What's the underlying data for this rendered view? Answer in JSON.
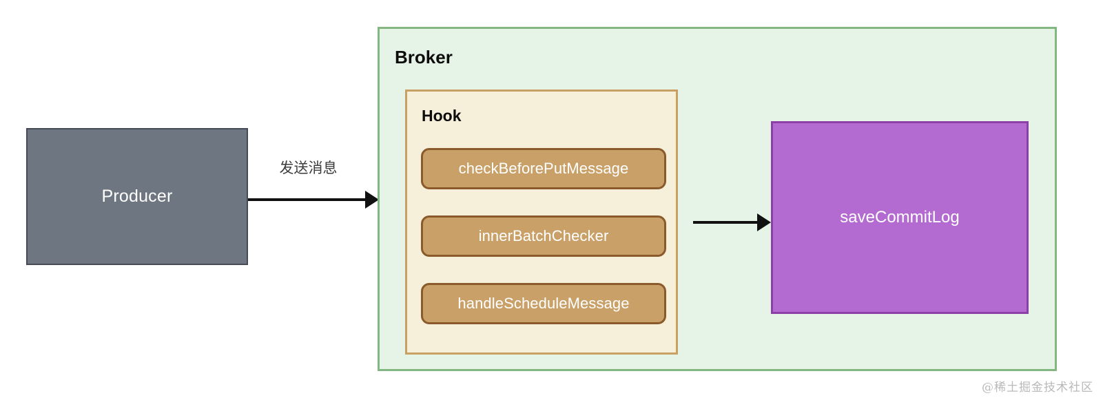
{
  "diagram": {
    "producer": {
      "label": "Producer",
      "fill": "#6E7681",
      "border": "#454A54",
      "text_color": "#FFFFFF"
    },
    "flow_arrows": [
      {
        "name": "producer-to-broker",
        "label": "发送消息",
        "color": "#111111"
      },
      {
        "name": "hook-to-savecommitlog",
        "label": "",
        "color": "#111111"
      }
    ],
    "broker": {
      "title": "Broker",
      "fill": "#E6F4E7",
      "border": "#82B782",
      "hook": {
        "title": "Hook",
        "fill": "#F6EFD9",
        "border": "#C9A063",
        "items": [
          {
            "label": "checkBeforePutMessage"
          },
          {
            "label": "innerBatchChecker"
          },
          {
            "label": "handleScheduleMessage"
          }
        ],
        "item_fill": "#C9A068",
        "item_border": "#8A5A2B",
        "item_text_color": "#FFFFFF"
      }
    },
    "save_commit_log": {
      "label": "saveCommitLog",
      "fill": "#B36BD1",
      "border": "#8C3FA8",
      "text_color": "#FFFFFF"
    },
    "watermark": "@稀土掘金技术社区"
  }
}
